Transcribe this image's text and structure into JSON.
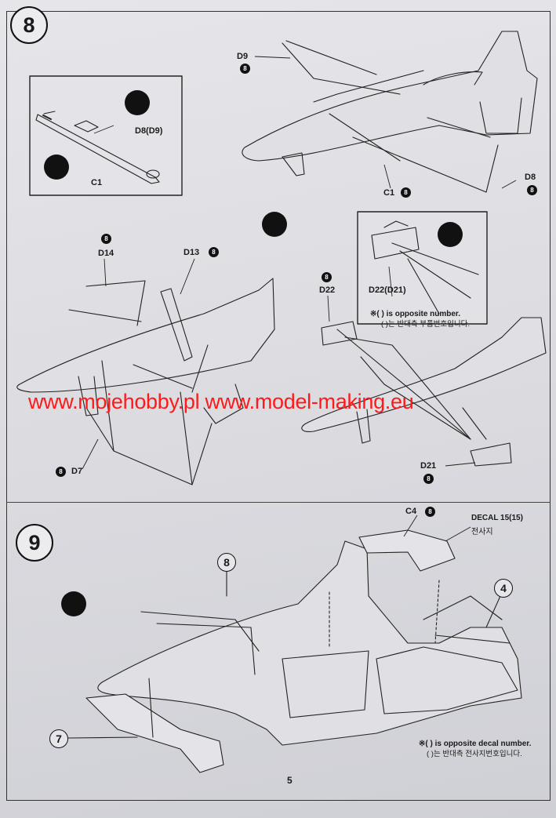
{
  "page_number": "5",
  "watermark": "www.mojehobby.pl www.model-making.eu",
  "step8": {
    "number": "8",
    "labels": {
      "d9": "D9",
      "c1_main": "C1",
      "d8_main": "D8",
      "inset_d8d9": "D8(D9)",
      "inset_c1": "C1",
      "d14": "D14",
      "d13": "D13",
      "d7": "D7",
      "d22": "D22",
      "inset_d22d21": "D22(D21)",
      "d21": "D21"
    },
    "badge_mark": "8",
    "note_en": "※( ) is opposite number.",
    "note_ko": "( )는 반대측 부품번호입니다."
  },
  "step9": {
    "number": "9",
    "labels": {
      "c4": "C4",
      "decal": "DECAL  15(15)",
      "decal_ko": "전사지",
      "ref7": "7",
      "ref8": "8",
      "ref4": "4"
    },
    "badge_mark": "8",
    "note_en": "※( ) is opposite decal number.",
    "note_ko": "( )는 반대측 전사지번호입니다."
  },
  "icons": [
    "glue-icon",
    "no-glue-icon"
  ]
}
